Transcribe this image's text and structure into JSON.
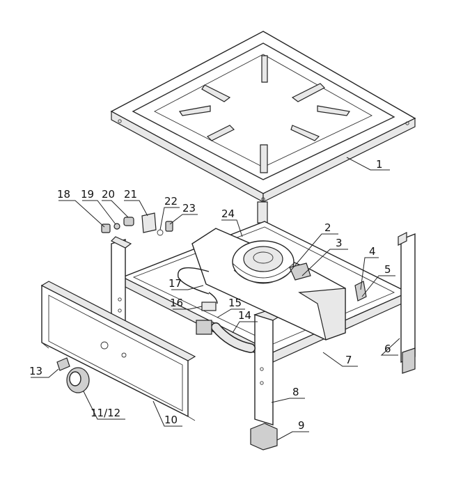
{
  "callouts": [
    {
      "id": "c1",
      "text": "1"
    },
    {
      "id": "c2",
      "text": "2"
    },
    {
      "id": "c3",
      "text": "3"
    },
    {
      "id": "c4",
      "text": "4"
    },
    {
      "id": "c5",
      "text": "5"
    },
    {
      "id": "c6",
      "text": "6"
    },
    {
      "id": "c7",
      "text": "7"
    },
    {
      "id": "c8",
      "text": "8"
    },
    {
      "id": "c9",
      "text": "9"
    },
    {
      "id": "c10",
      "text": "10"
    },
    {
      "id": "c11",
      "text": "11/12"
    },
    {
      "id": "c13",
      "text": "13"
    },
    {
      "id": "c14",
      "text": "14"
    },
    {
      "id": "c15",
      "text": "15"
    },
    {
      "id": "c16",
      "text": "16"
    },
    {
      "id": "c17",
      "text": "17"
    },
    {
      "id": "c18",
      "text": "18"
    },
    {
      "id": "c19",
      "text": "19"
    },
    {
      "id": "c20",
      "text": "20"
    },
    {
      "id": "c21",
      "text": "21"
    },
    {
      "id": "c22",
      "text": "22"
    },
    {
      "id": "c23",
      "text": "23"
    },
    {
      "id": "c24",
      "text": "24"
    }
  ]
}
